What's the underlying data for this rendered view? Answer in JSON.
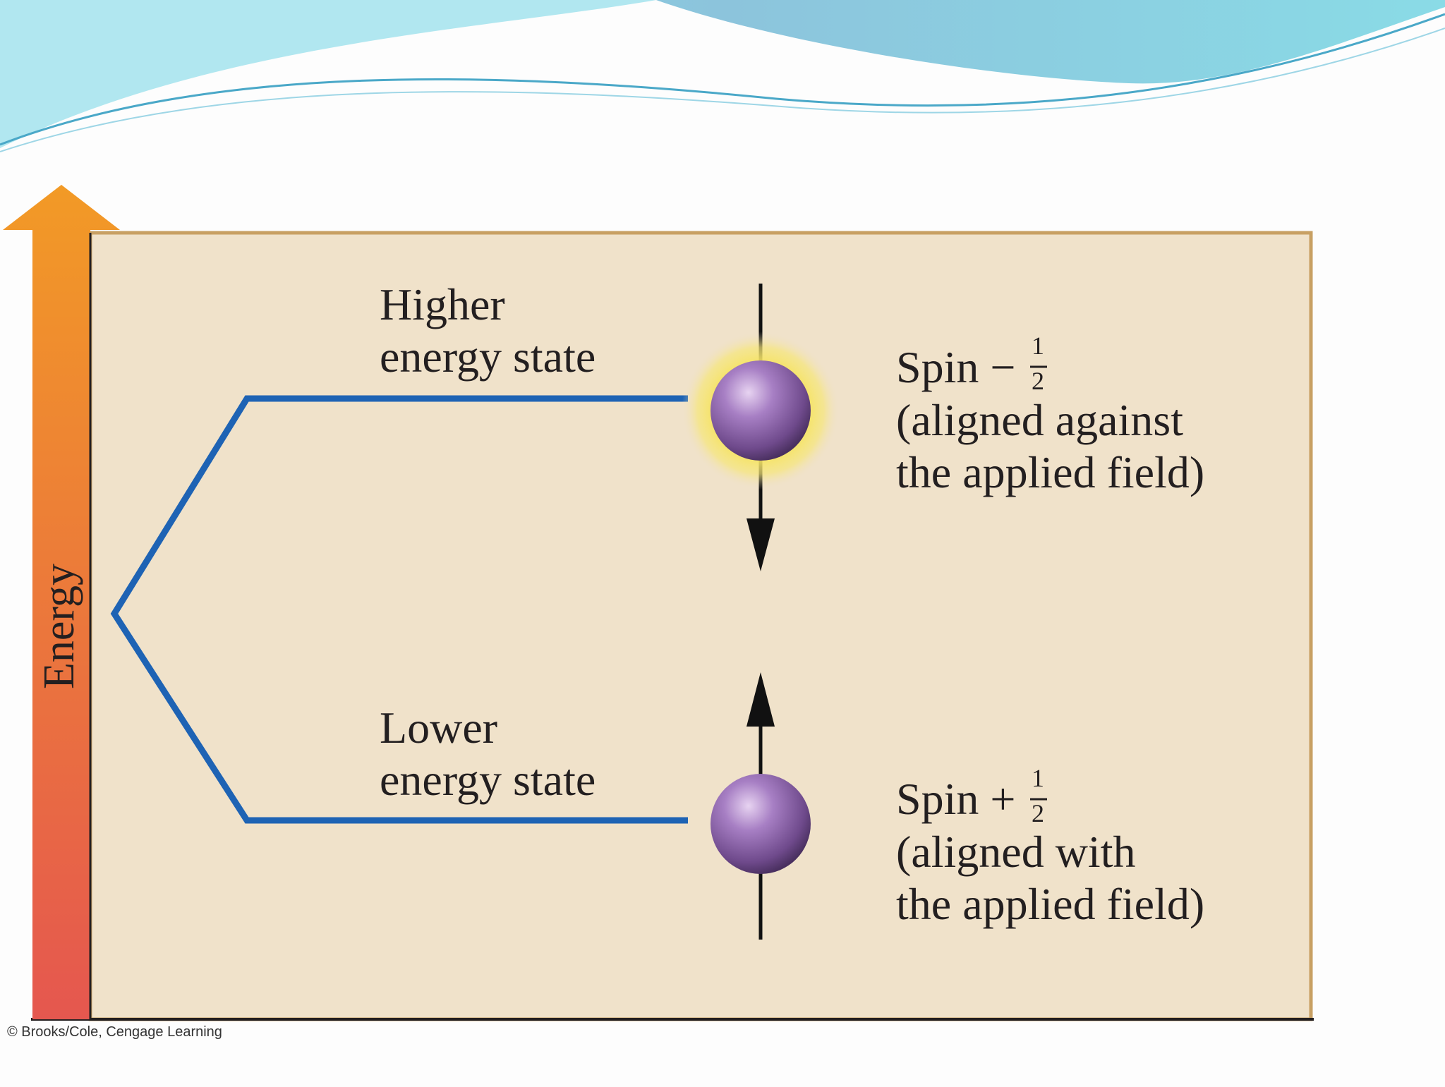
{
  "axis": {
    "label": "Energy"
  },
  "higher_state": {
    "label_line1": "Higher",
    "label_line2": "energy state",
    "spin_text": "Spin −",
    "spin_frac_num": "1",
    "spin_frac_den": "2",
    "desc_line1": "(aligned against",
    "desc_line2": "the applied field)"
  },
  "lower_state": {
    "label_line1": "Lower",
    "label_line2": "energy state",
    "spin_text": "Spin +",
    "spin_frac_num": "1",
    "spin_frac_den": "2",
    "desc_line1": "(aligned with",
    "desc_line2": "the applied field)"
  },
  "credit": "© Brooks/Cole, Cengage Learning",
  "colors": {
    "panel_fill": "#f0e2ca",
    "panel_border": "#c8a063",
    "level_line": "#1e63b4",
    "sphere": "#9a6fb3",
    "glow": "#f4e04a",
    "arrow_top": "#f0a12a",
    "arrow_bottom": "#e65b50",
    "banner": "#86cde0"
  }
}
